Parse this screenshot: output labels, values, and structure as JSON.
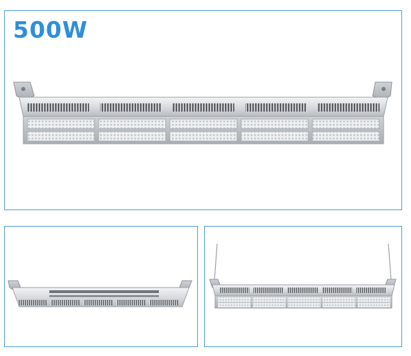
{
  "title": "500W",
  "accent_color": "#2e8fd8",
  "border_color": "#4a9ad8",
  "photos": [
    {
      "name": "front-view",
      "subject": "linear-high-bay-led-light"
    },
    {
      "name": "top-view",
      "subject": "linear-high-bay-led-light"
    },
    {
      "name": "suspended-view",
      "subject": "linear-high-bay-led-light"
    }
  ]
}
